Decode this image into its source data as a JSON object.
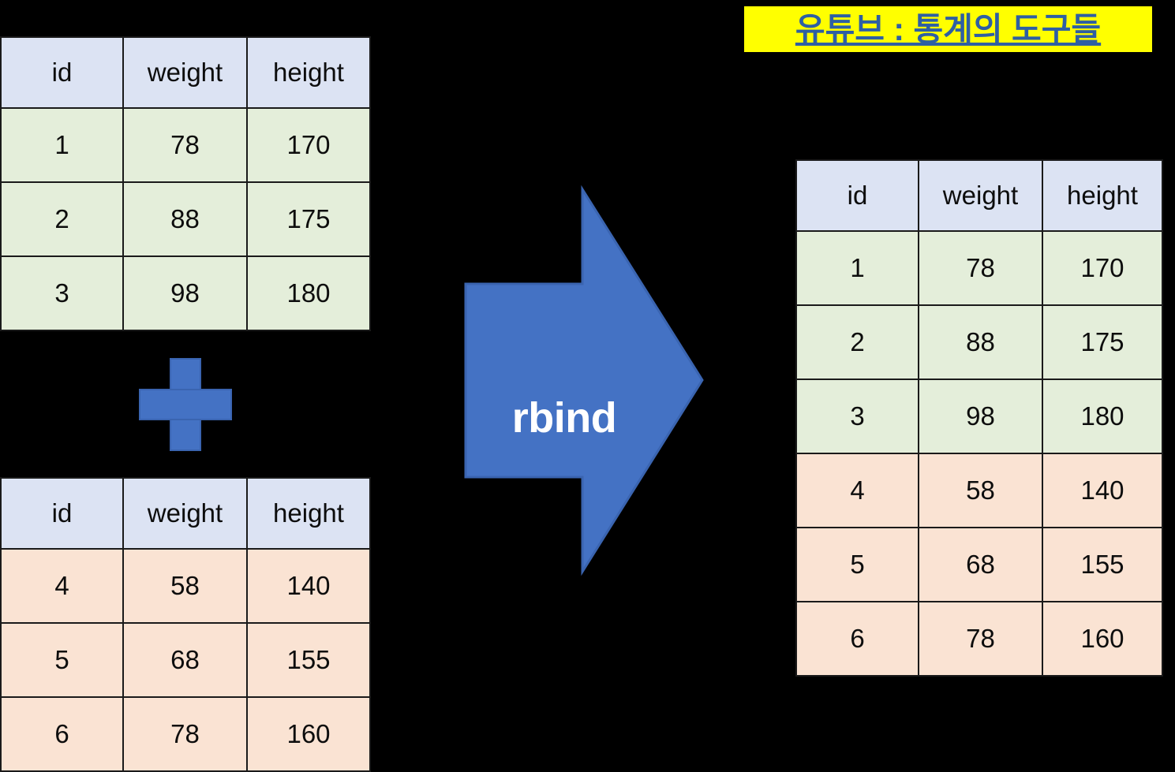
{
  "title": {
    "text": "유튜브 : 통계의 도구들",
    "highlight_color": "#FFFF00",
    "text_color": "#2E5FA3"
  },
  "colors": {
    "header_blue": "#DCE3F3",
    "row_green": "#E4EEDA",
    "row_orange": "#FAE3D3",
    "accent_blue": "#4472C4",
    "background": "#000000"
  },
  "plus": {
    "name": "plus-sign"
  },
  "arrow": {
    "label": "rbind",
    "direction": "right"
  },
  "table_a": {
    "name": "first-input-table",
    "headers": [
      "id",
      "weight",
      "height"
    ],
    "rows": [
      [
        "1",
        "78",
        "170"
      ],
      [
        "2",
        "88",
        "175"
      ],
      [
        "3",
        "98",
        "180"
      ]
    ]
  },
  "table_b": {
    "name": "second-input-table",
    "headers": [
      "id",
      "weight",
      "height"
    ],
    "rows": [
      [
        "4",
        "58",
        "140"
      ],
      [
        "5",
        "68",
        "155"
      ],
      [
        "6",
        "78",
        "160"
      ]
    ]
  },
  "table_c": {
    "name": "result-table",
    "headers": [
      "id",
      "weight",
      "height"
    ],
    "rows_green": [
      [
        "1",
        "78",
        "170"
      ],
      [
        "2",
        "88",
        "175"
      ],
      [
        "3",
        "98",
        "180"
      ]
    ],
    "rows_orange": [
      [
        "4",
        "58",
        "140"
      ],
      [
        "5",
        "68",
        "155"
      ],
      [
        "6",
        "78",
        "160"
      ]
    ]
  }
}
